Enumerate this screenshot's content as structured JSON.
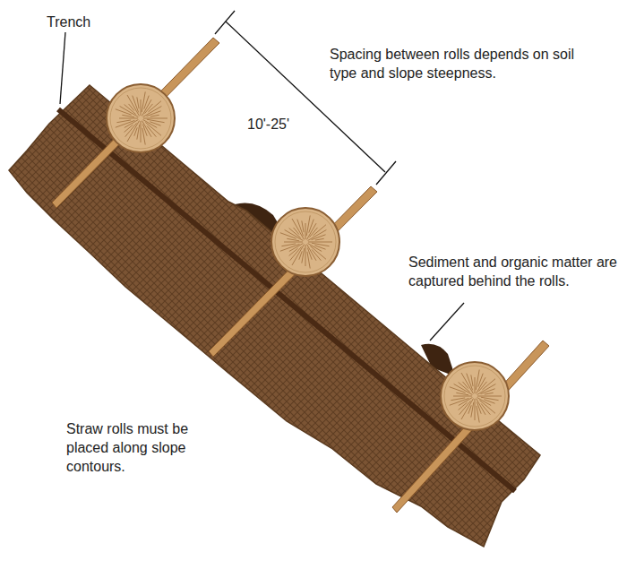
{
  "diagram": {
    "labels": [
      "Trench",
      "Spacing between rolls depends on soil type and slope steepness.",
      "10'-25'",
      "Sediment and organic matter are captured behind the rolls.",
      "Straw rolls must be placed along slope contours."
    ]
  }
}
